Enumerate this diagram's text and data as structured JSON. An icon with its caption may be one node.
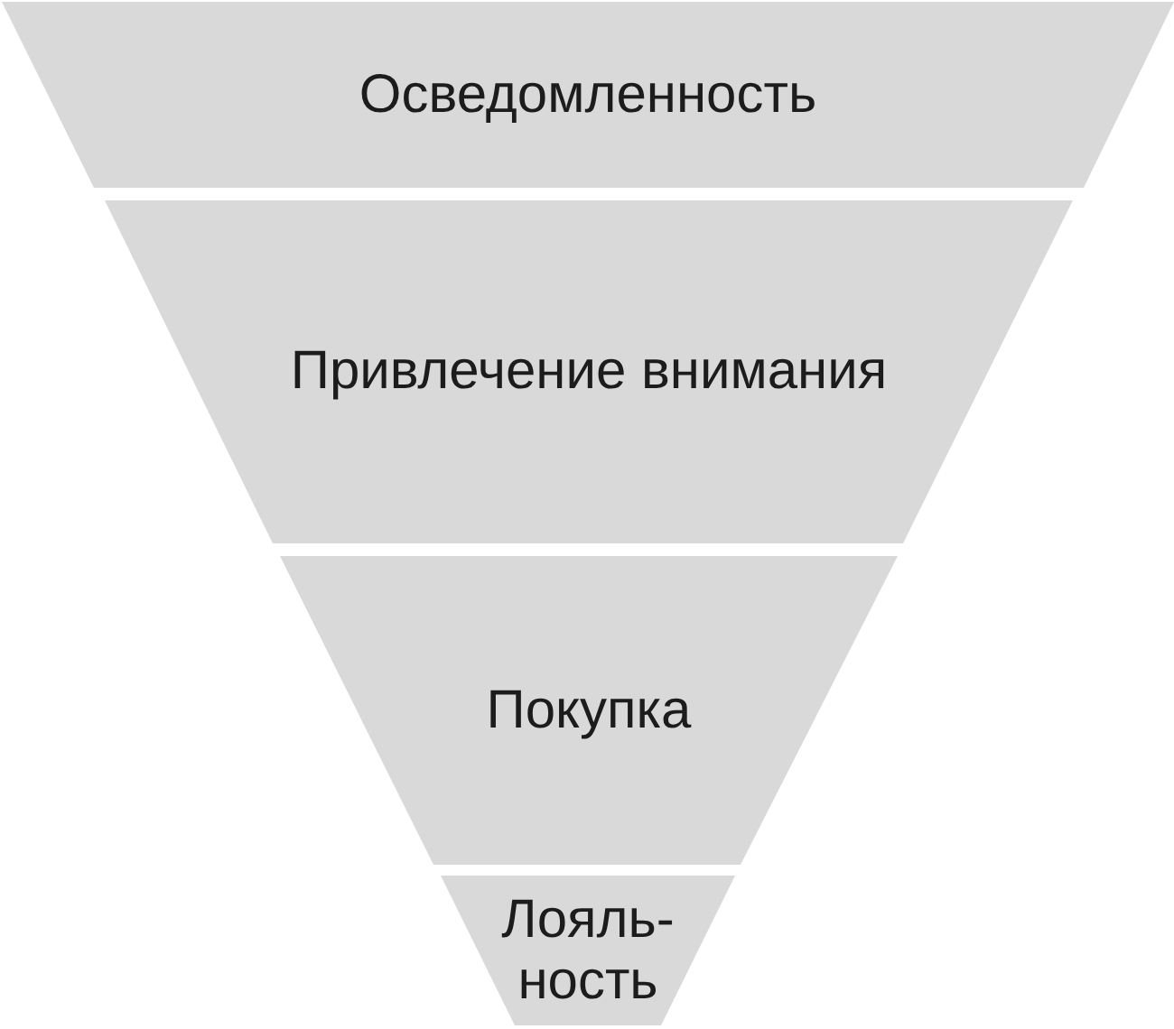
{
  "diagram": {
    "nodes": [
      {
        "text": [
          "Осведомленность"
        ]
      },
      {
        "text": [
          "Привлечение внимания"
        ]
      },
      {
        "text": [
          "Покупка"
        ]
      },
      {
        "text": [
          "Лояль- ность"
        ]
      }
    ]
  }
}
